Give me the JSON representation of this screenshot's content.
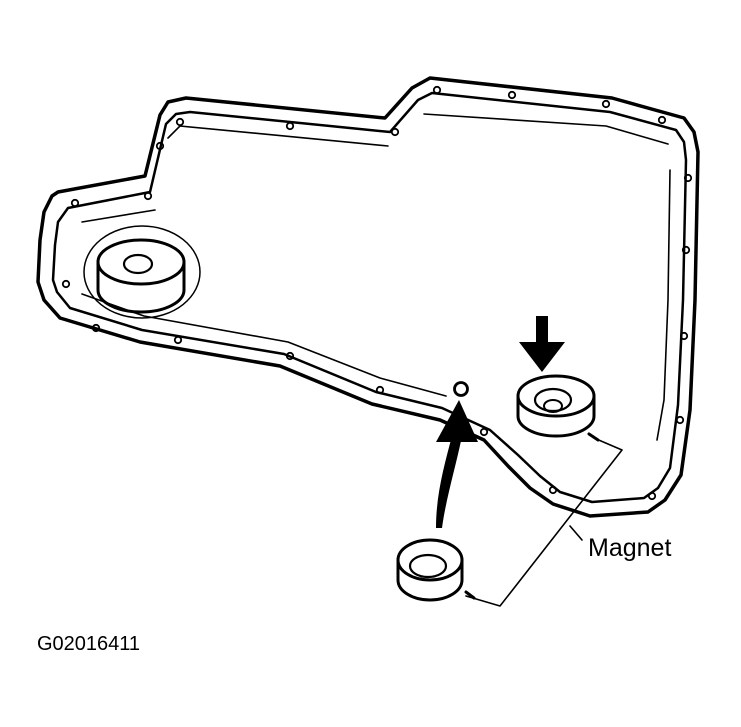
{
  "diagram": {
    "labels": {
      "magnet": "Magnet",
      "figure_id": "G02016411"
    },
    "parts": [
      "oil-pan-gasket",
      "drain-boss",
      "magnet-installed",
      "magnet-removed",
      "locating-pin"
    ],
    "colors": {
      "ink": "#000000",
      "paper": "#ffffff"
    }
  }
}
